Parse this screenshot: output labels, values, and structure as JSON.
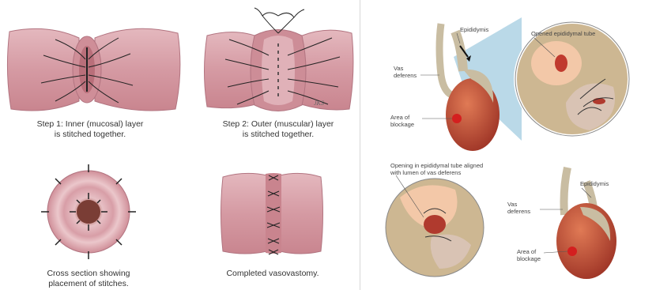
{
  "left_panel": {
    "steps": [
      {
        "line1": "Step 1: Inner (mucosal) layer",
        "line2": "is stitched together."
      },
      {
        "line1": "Step 2: Outer (muscular) layer",
        "line2": "is stitched together."
      },
      {
        "line1": "Cross section showing",
        "line2": "placement of stitches."
      },
      {
        "line1": "Completed vasovastomy.",
        "line2": ""
      }
    ],
    "signature": "JKS"
  },
  "right_panel": {
    "labels": {
      "vas_deferens_top": {
        "line1": "Vas",
        "line2": "deferens"
      },
      "epididymis_top": "Epididymis",
      "opened_tube": "Opened epididymal tube",
      "blockage_top": {
        "line1": "Area of",
        "line2": "blockage"
      },
      "opening_aligned": {
        "line1": "Opening in epididymal tube aligned",
        "line2": "with lumen of vas deferens"
      },
      "epididymis_bottom": "Epididymis",
      "vas_deferens_bottom": {
        "line1": "Vas",
        "line2": "deferens"
      },
      "blockage_bottom": {
        "line1": "Area of",
        "line2": "blockage"
      }
    }
  },
  "colors": {
    "tissue": "#d9a3ab",
    "tissue_dark": "#b97782",
    "testis": "#b8483a",
    "blockage": "#d41f1f",
    "zoom_fill": "#cdb792",
    "zoom_cone": "#9cc3d8"
  }
}
